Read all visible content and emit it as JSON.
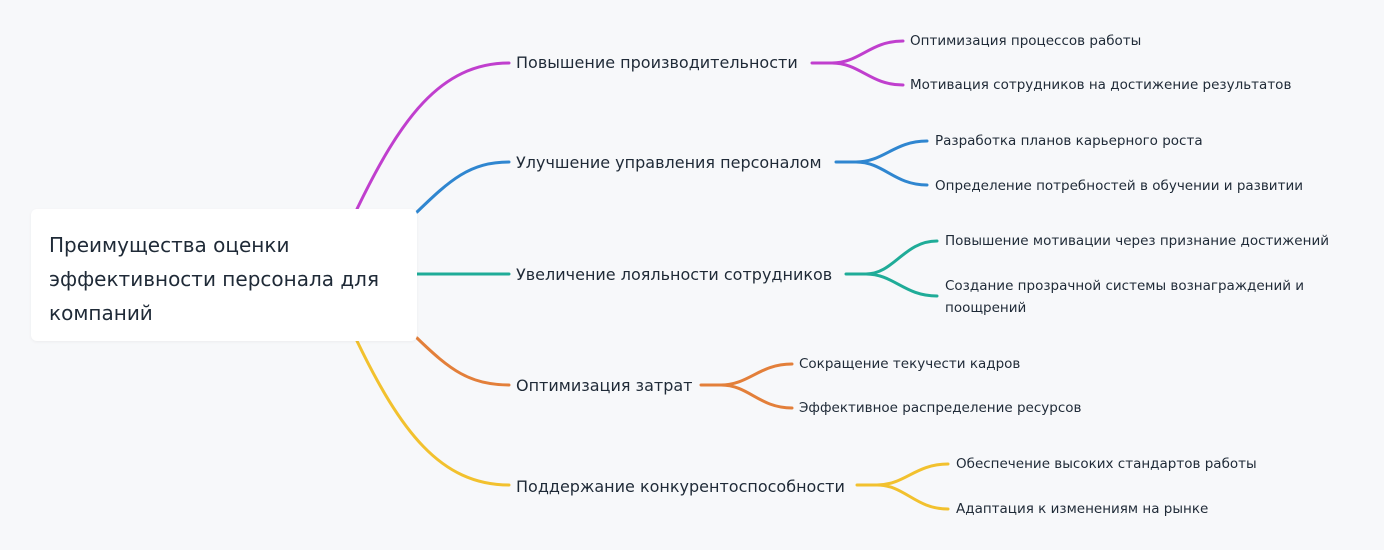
{
  "root": {
    "title": "Преимущества оценки эффективности персонала для компаний"
  },
  "colors": {
    "magenta": "#c03fce",
    "blue": "#2f86d0",
    "teal": "#1fac98",
    "orange": "#e37f3a",
    "yellow": "#f2c12e"
  },
  "branches": [
    {
      "label": "Повышение производительности",
      "color": "#c03fce",
      "leaves": [
        "Оптимизация процессов работы",
        "Мотивация сотрудников на достижение результатов"
      ]
    },
    {
      "label": "Улучшение управления персоналом",
      "color": "#2f86d0",
      "leaves": [
        "Разработка планов карьерного роста",
        "Определение потребностей в обучении и развитии"
      ]
    },
    {
      "label": "Увеличение лояльности сотрудников",
      "color": "#1fac98",
      "leaves": [
        "Повышение мотивации через признание достижений",
        "Создание прозрачной системы вознаграждений и поощрений"
      ]
    },
    {
      "label": "Оптимизация затрат",
      "color": "#e37f3a",
      "leaves": [
        "Сокращение текучести кадров",
        "Эффективное распределение ресурсов"
      ]
    },
    {
      "label": "Поддержание конкурентоспособности",
      "color": "#f2c12e",
      "leaves": [
        "Обеспечение высоких стандартов работы",
        "Адаптация к изменениям на рынке"
      ]
    }
  ]
}
